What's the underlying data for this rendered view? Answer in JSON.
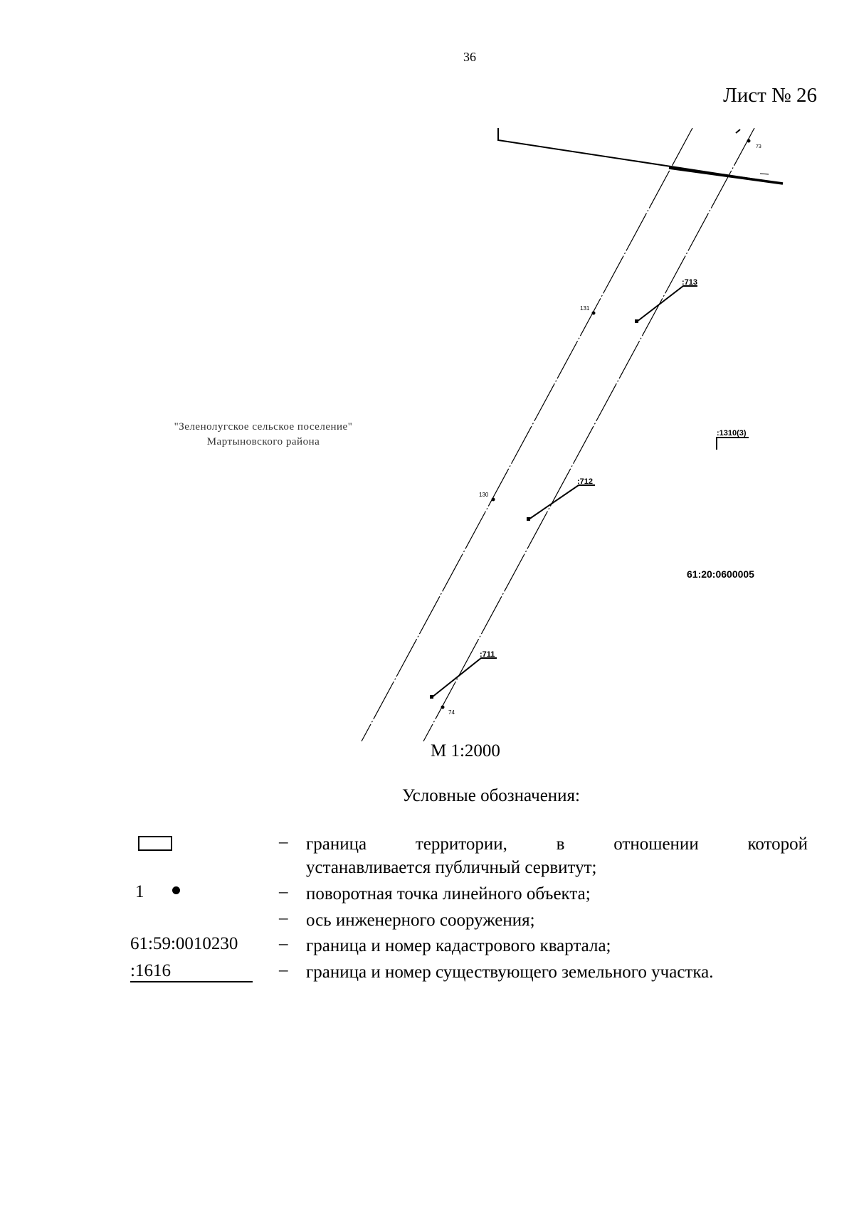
{
  "header": {
    "page_number": "36",
    "sheet_label": "Лист № 26"
  },
  "map": {
    "settlement_line1": "\"Зеленолугское сельское поселение\"",
    "settlement_line2": "Мартыновского района",
    "quarter_label": "61:20:0600005",
    "parcels": [
      ":713",
      ":712",
      ":711",
      ":1310(3)"
    ],
    "points": [
      "131",
      "130",
      "73",
      "74"
    ],
    "scale": "М 1:2000"
  },
  "legend": {
    "title": "Условные обозначения:",
    "items": [
      {
        "symbol": "",
        "dash": "–",
        "text_line1": "граница территории, в отношении которой",
        "text_line2": "устанавливается публичный сервитут;"
      },
      {
        "symbol": "1",
        "dash": "–",
        "text": "поворотная точка линейного объекта;"
      },
      {
        "symbol": "",
        "dash": "–",
        "text": "ось инженерного сооружения;"
      },
      {
        "symbol": "61:59:0010230",
        "dash": "–",
        "text": "граница и номер кадастрового квартала;"
      },
      {
        "symbol": ":1616",
        "dash": "–",
        "text": "граница и номер существующего земельного участка."
      }
    ]
  }
}
